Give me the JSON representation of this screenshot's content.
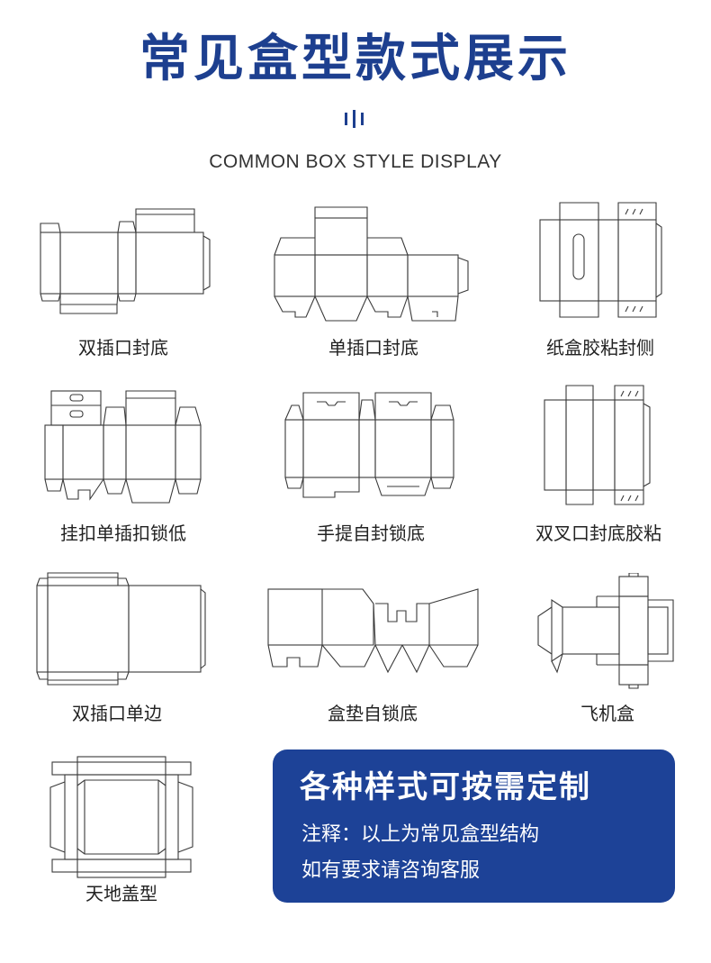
{
  "header": {
    "title": "常见盒型款式展示",
    "subtitle": "COMMON BOX STYLE DISPLAY"
  },
  "boxes": [
    {
      "name": "双插口封底"
    },
    {
      "name": "单插口封底"
    },
    {
      "name": "纸盒胶粘封侧"
    },
    {
      "name": "挂扣单插扣锁低"
    },
    {
      "name": "手提自封锁底"
    },
    {
      "name": "双叉口封底胶粘"
    },
    {
      "name": "双插口单边"
    },
    {
      "name": "盒垫自锁底"
    },
    {
      "name": "飞机盒"
    },
    {
      "name": "天地盖型"
    }
  ],
  "panel": {
    "title": "各种样式可按需定制",
    "line1": "注释：以上为常见盒型结构",
    "line2": "如有要求请咨询客服"
  },
  "colors": {
    "brand_blue": "#1d3f8f",
    "panel_blue": "#1d4297",
    "line_art": "#3a3a3a"
  }
}
